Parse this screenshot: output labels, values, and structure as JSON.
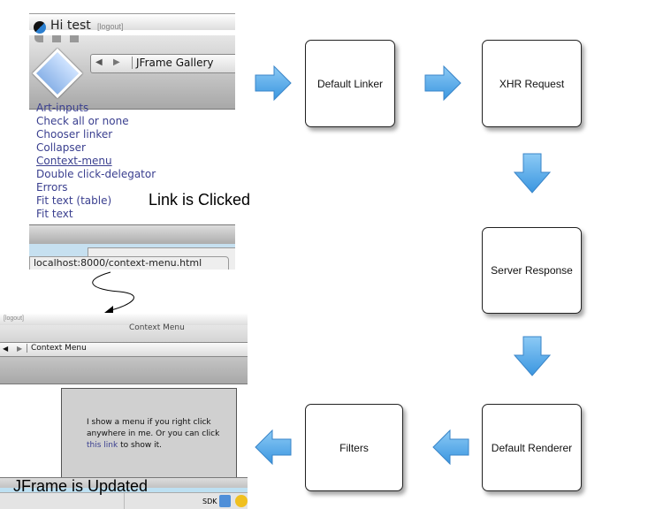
{
  "top_shot": {
    "greeting": "Hi test",
    "logout": "[logout]",
    "window_title": "JFrame Gallery",
    "links": [
      "Art-inputs",
      "Check all or none",
      "Chooser linker",
      "Collapser",
      "Context-menu",
      "Double click-delegator",
      "Errors",
      "Fit text",
      "Fit text"
    ],
    "link_suffix": "(table)",
    "status_url": "localhost:8000/context-menu.html"
  },
  "captions": {
    "clicked": "Link is Clicked",
    "updated": "JFrame is Updated"
  },
  "bottom_shot": {
    "logout": "[logout]",
    "title_top": "Context Menu",
    "window_title": "Context Menu",
    "content_line1": "I show a menu if you right click",
    "content_line2": "anywhere in me. Or you can click",
    "content_link": "this link",
    "content_tail": " to show it.",
    "sdk": "SDK"
  },
  "nodes": [
    "Default Linker",
    "XHR Request",
    "Server Response",
    "Default Renderer",
    "Filters"
  ],
  "colors": {
    "arrow": "#4aa3e8",
    "link": "#3a3f8f"
  }
}
